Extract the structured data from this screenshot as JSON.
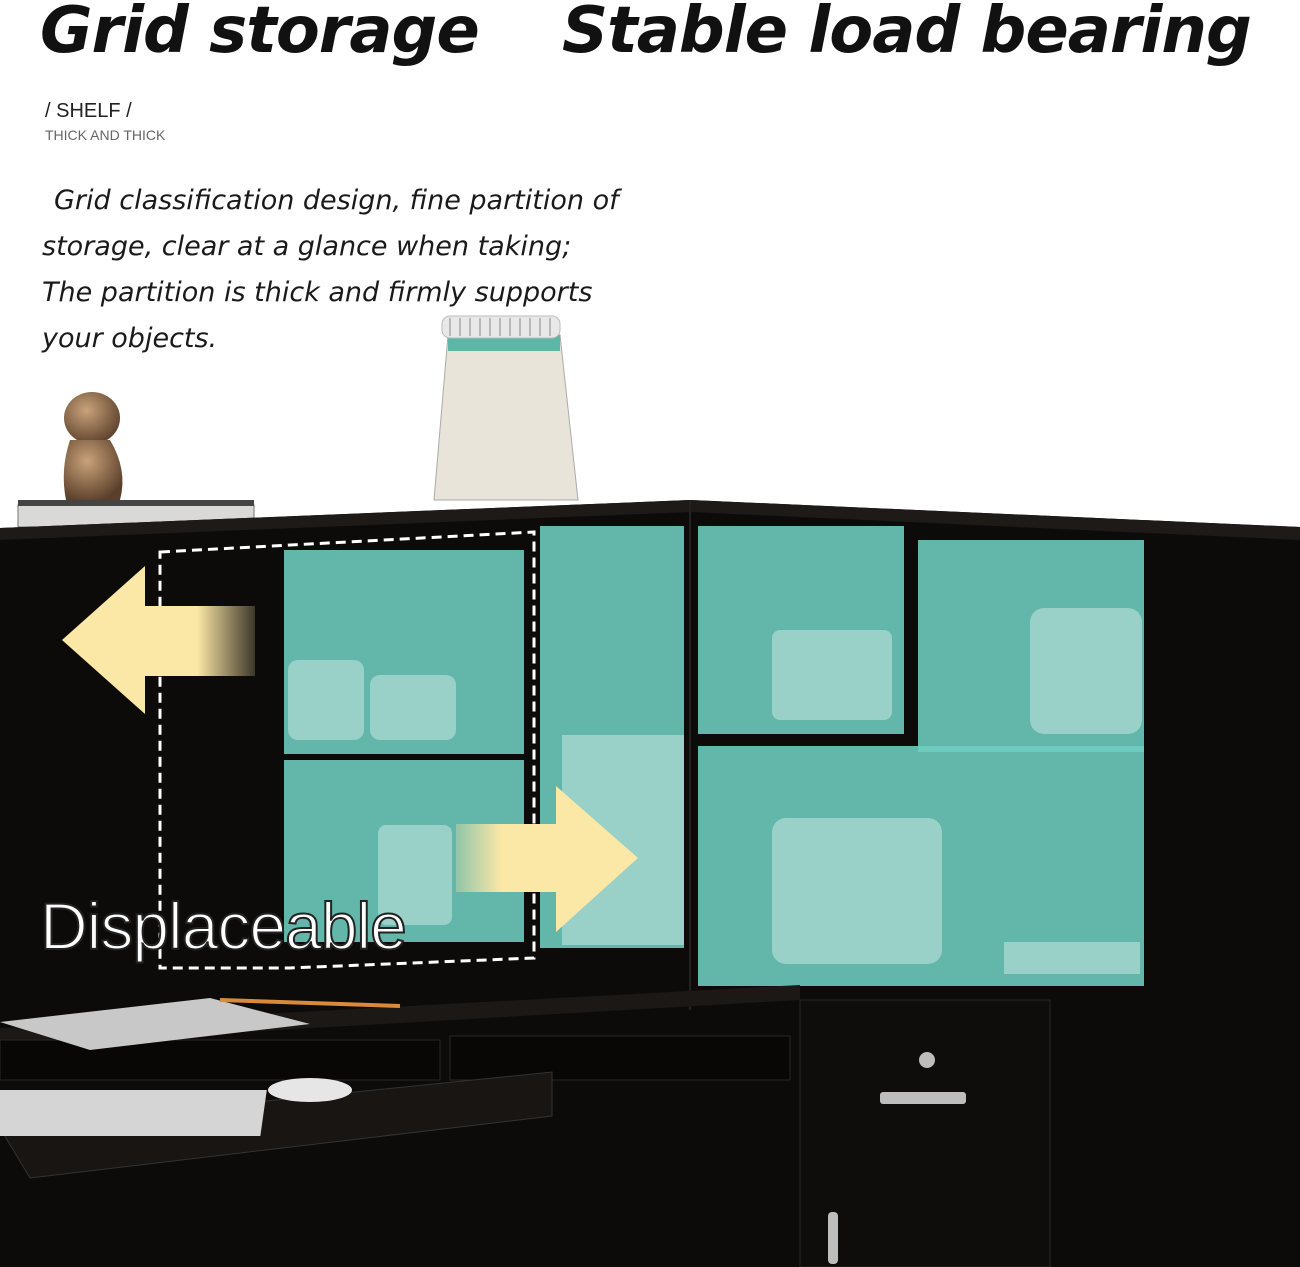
{
  "headings": {
    "left": "Grid storage",
    "right": "Stable load bearing"
  },
  "shelf_label": "/ SHELF /",
  "shelf_sublabel": "THICK AND THICK",
  "description": [
    "Grid classification design, fine partition of",
    "storage, clear at a glance when taking;",
    "The partition is thick and firmly supports",
    "your objects."
  ],
  "callout": "Displaceable",
  "colors": {
    "desk": "#0d0b0a",
    "highlight": "#6fcfc0",
    "arrow": "#fbe7a6",
    "heading": "#111111"
  },
  "icons": {
    "left_arrow": "arrow-left",
    "right_arrow": "arrow-right"
  }
}
